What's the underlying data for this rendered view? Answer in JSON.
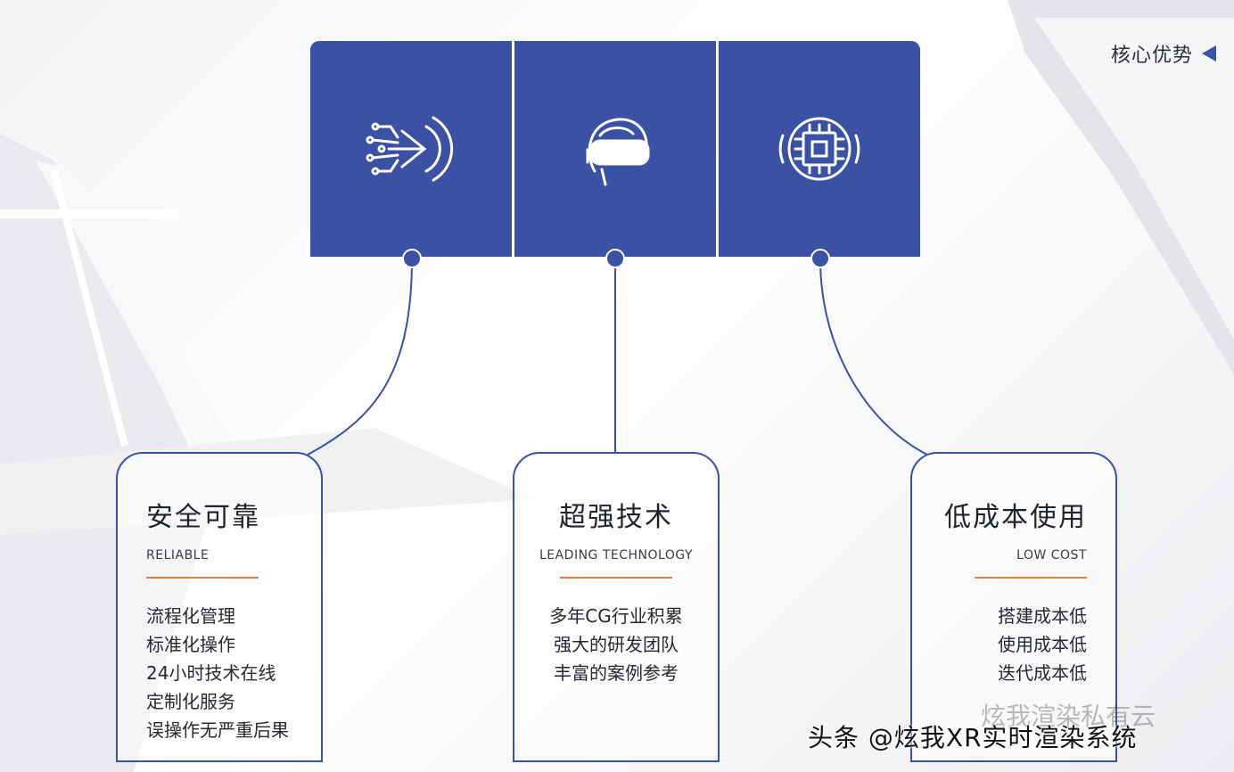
{
  "header": {
    "page_label": "核心优势"
  },
  "cards": [
    {
      "title": "安全可靠",
      "subtitle": "RELIABLE",
      "items": [
        "流程化管理",
        "标准化操作",
        "24小时技术在线",
        "定制化服务",
        "误操作无严重后果"
      ]
    },
    {
      "title": "超强技术",
      "subtitle": "LEADING TECHNOLOGY",
      "items": [
        "多年CG行业积累",
        "强大的研发团队",
        "丰富的案例参考"
      ]
    },
    {
      "title": "低成本使用",
      "subtitle": "LOW COST",
      "items": [
        "搭建成本低",
        "使用成本低",
        "迭代成本低"
      ]
    }
  ],
  "icons": [
    "circuit-arrow-icon",
    "vr-headset-icon",
    "chip-icon"
  ],
  "watermark": {
    "text": "头条 @炫我XR实时渲染系统",
    "ghost_text": "炫我渲染私有云"
  },
  "colors": {
    "accent_blue": "#3a51a4",
    "rule_orange": "#e2814c"
  }
}
